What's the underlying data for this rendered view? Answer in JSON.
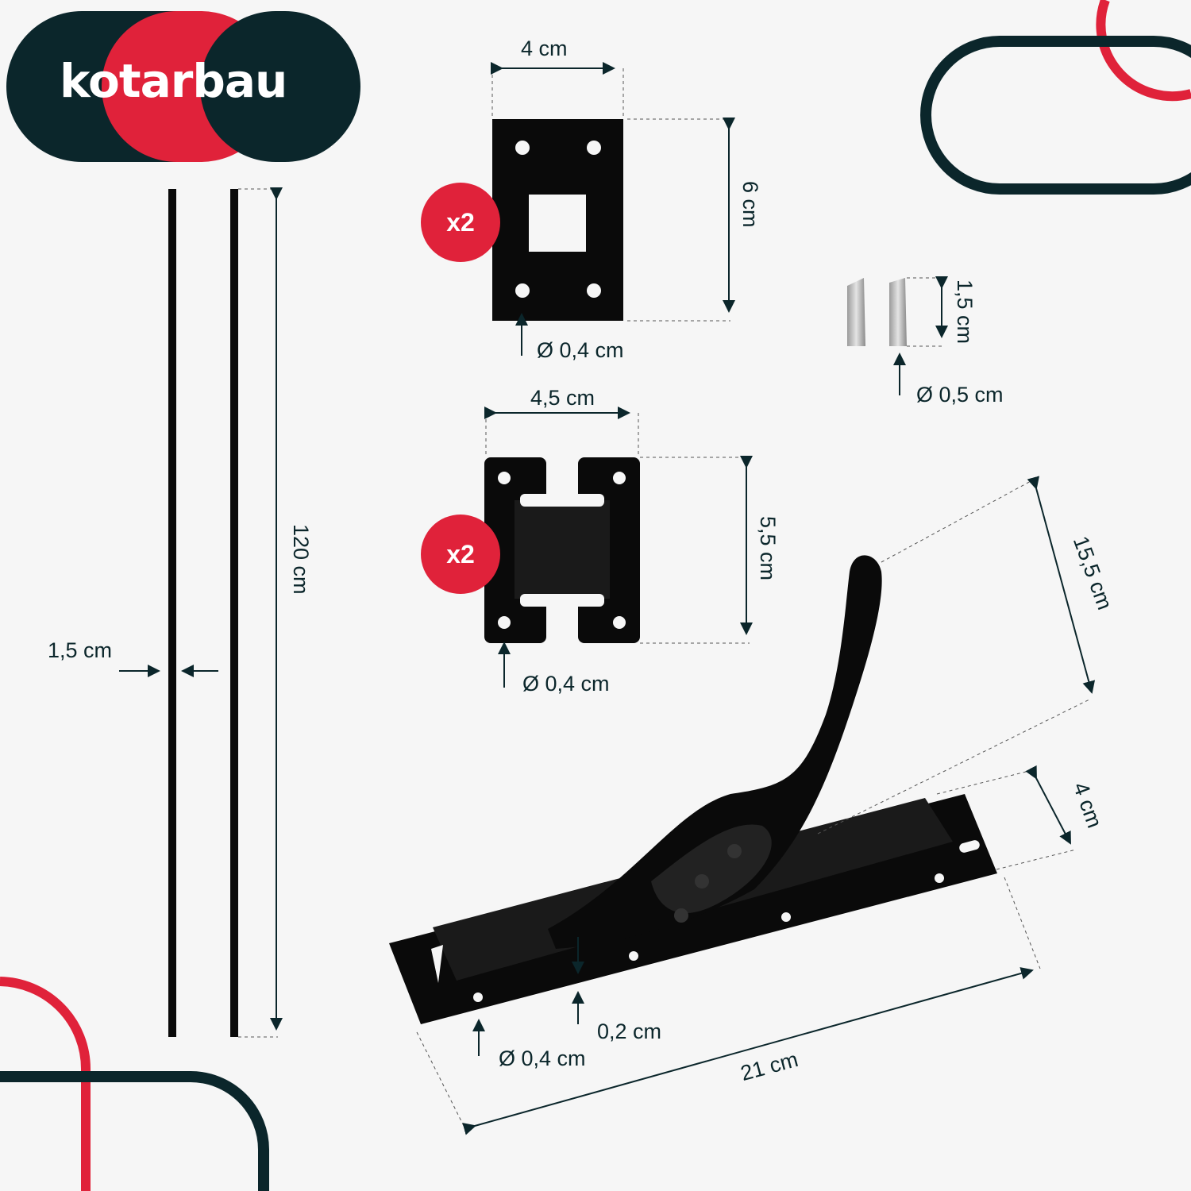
{
  "brand": {
    "name": "kotarbau",
    "colors": {
      "navy": "#0b262b",
      "red": "#e0223a",
      "background": "#f6f6f6",
      "part": "#0a0a0a"
    }
  },
  "parts": {
    "rods": {
      "length": "120 cm",
      "width": "1,5 cm"
    },
    "square_plate": {
      "width": "4 cm",
      "height": "6 cm",
      "hole": "Ø 0,4 cm",
      "quantity": "x2"
    },
    "hinge_plate": {
      "width": "4,5 cm",
      "height": "5,5 cm",
      "hole": "Ø 0,4 cm",
      "quantity": "x2"
    },
    "pins": {
      "length": "1,5 cm",
      "diameter": "Ø 0,5 cm"
    },
    "latch": {
      "arm": "15,5 cm",
      "width": "4 cm",
      "length": "21 cm",
      "thickness": "0,2 cm",
      "hole": "Ø 0,4 cm"
    }
  }
}
